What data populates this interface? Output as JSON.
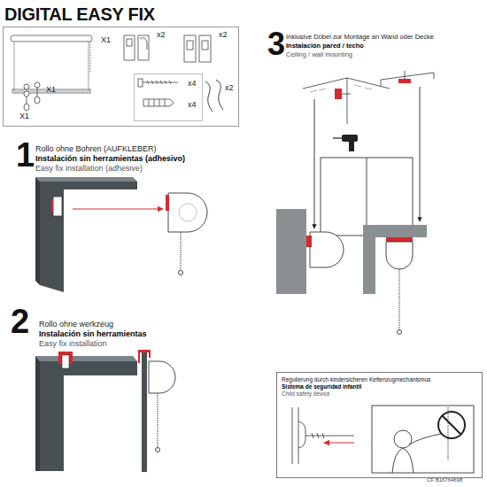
{
  "diagram": {
    "title": "DIGITAL EASY FIX",
    "nodes": [
      {
        "text": [
          "X1",
          "x2",
          "x2",
          "X1",
          "X1",
          "x2"
        ]
      },
      {
        "text": [
          "x4",
          "x4"
        ],
        "in": 0
      },
      {
        "text": [
          "Regulierung durch kindersicheren Kettenzugmechanismus",
          "Sistema de seguridad infantil",
          "Child safety device"
        ]
      }
    ],
    "labels": [
      "1",
      "Rollo ohne Bohren (AUFKLEBER)",
      "Instalación sin herramientas (adhesivo)",
      "Easy fix installation (adhesive)",
      "2",
      "Rollo ohne werkzeug",
      "Instalación sin herramientas",
      "Easy fix installation",
      "3",
      "Inklusive Dübel zur Montage an Wand oder Decke",
      "Instalación pared / techo",
      "Ceiling / wall mounting",
      "CF B16764698"
    ]
  }
}
